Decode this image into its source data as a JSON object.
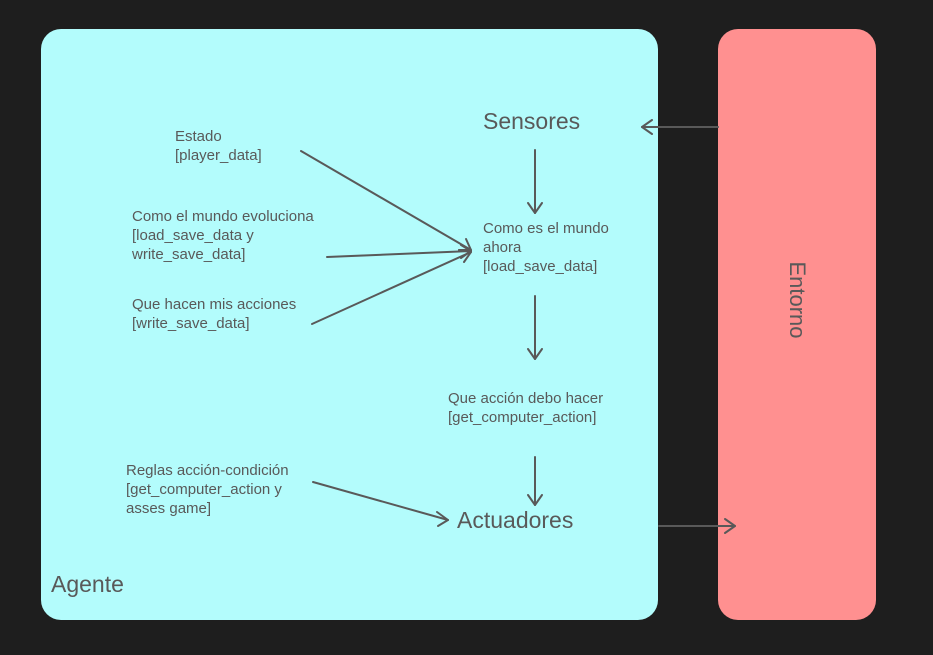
{
  "agent": {
    "label": "Agente"
  },
  "environment": {
    "label": "Entorno"
  },
  "nodes": {
    "sensors": "Sensores",
    "world_now": "Como es el mundo\nahora\n[load_save_data]",
    "action": "Que acción debo hacer\n[get_computer_action]",
    "actuators": "Actuadores",
    "state": "Estado\n[player_data]",
    "world_evolves": "Como el mundo evoluciona\n[load_save_data y\nwrite_save_data]",
    "my_actions": "Que hacen mis acciones\n[write_save_data]",
    "rules": "Reglas acción-condición\n[get_computer_action y\nasses game]"
  },
  "colors": {
    "background": "#1e1e1e",
    "agent_fill": "#b3fcfc",
    "environment_fill": "#ff9090",
    "text": "#595959",
    "arrow": "#595959"
  }
}
